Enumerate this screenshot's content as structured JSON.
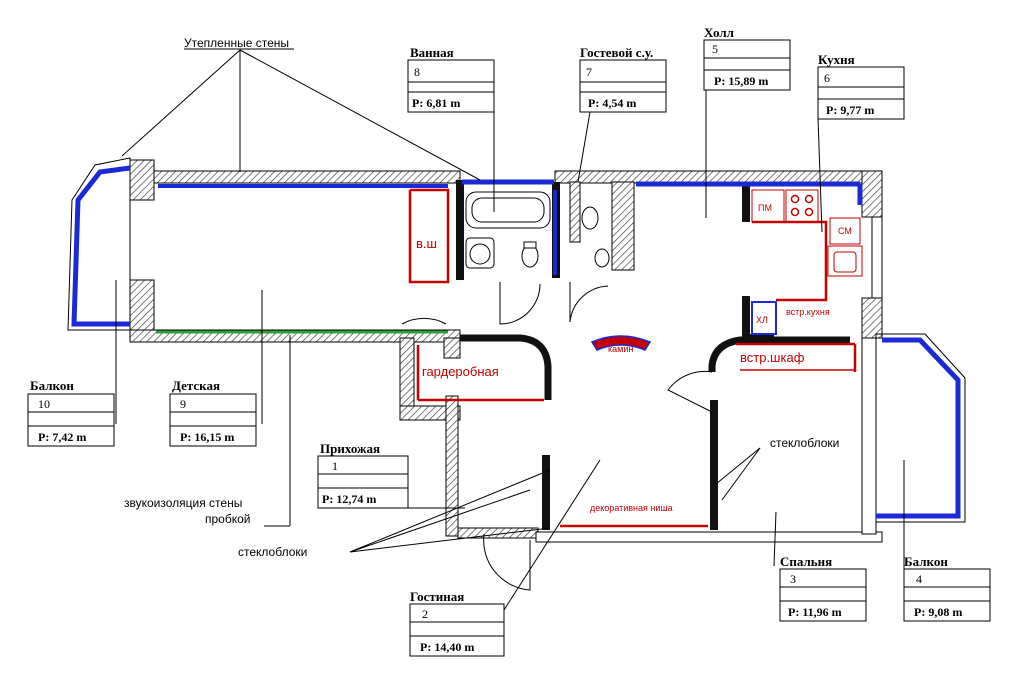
{
  "rooms": [
    {
      "id": "r8",
      "name": "Ванная",
      "number": "8",
      "area": "P: 6,81 m"
    },
    {
      "id": "r7",
      "name": "Гостевой с.у.",
      "number": "7",
      "area": "P: 4,54 m"
    },
    {
      "id": "r5",
      "name": "Холл",
      "number": "5",
      "area": "P: 15,89 m"
    },
    {
      "id": "r6",
      "name": "Кухня",
      "number": "6",
      "area": "P: 9,77 m"
    },
    {
      "id": "r10",
      "name": "Балкон",
      "number": "10",
      "area": "P: 7,42 m"
    },
    {
      "id": "r9",
      "name": "Детская",
      "number": "9",
      "area": "P: 16,15 m"
    },
    {
      "id": "r1",
      "name": "Прихожая",
      "number": "1",
      "area": "P: 12,74 m"
    },
    {
      "id": "r2",
      "name": "Гостиная",
      "number": "2",
      "area": "P: 14,40 m"
    },
    {
      "id": "r3",
      "name": "Спальня",
      "number": "3",
      "area": "P: 11,96 m"
    },
    {
      "id": "r4",
      "name": "Балкон",
      "number": "4",
      "area": "P: 9,08 m"
    }
  ],
  "notes": {
    "insulated_walls": "Утепленные стены",
    "soundproof_line1": "звукоизоляция стены",
    "soundproof_line2": "пробкой",
    "glass_blocks_left": "стеклоблоки",
    "glass_blocks_right": "стеклоблоки"
  },
  "plan_labels": {
    "wardrobe_small": "в.ш",
    "dressing_room": "гардеробная",
    "fireplace": "камин",
    "built_in_closet": "встр.шкаф",
    "decor_niche": "декоративная ниша",
    "dishwasher": "ПМ",
    "washing_machine": "СМ",
    "fridge": "ХЛ",
    "built_in_kitchen": "встр.кухня"
  },
  "colors": {
    "wall_hatch": "#555555",
    "insulation": "#1a2ad6",
    "soundproof": "#2e9e3a",
    "furniture": "#c40000"
  }
}
